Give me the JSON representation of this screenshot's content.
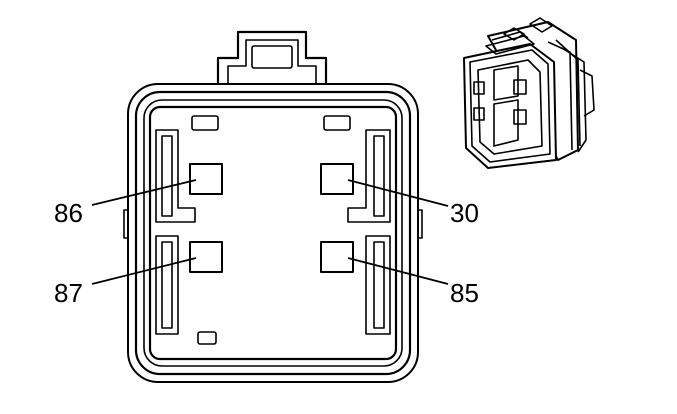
{
  "terminals": [
    {
      "id": "86",
      "label": "86"
    },
    {
      "id": "30",
      "label": "30"
    },
    {
      "id": "87",
      "label": "87"
    },
    {
      "id": "85",
      "label": "85"
    }
  ]
}
